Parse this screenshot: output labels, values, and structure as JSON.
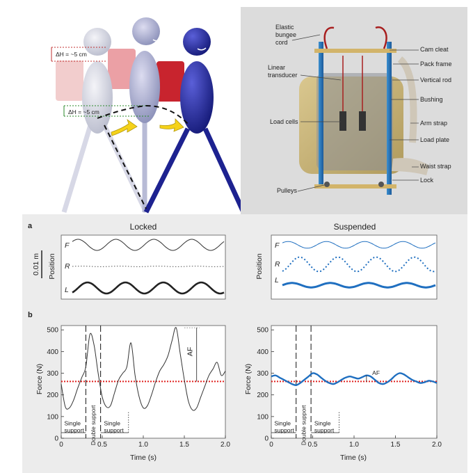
{
  "illustration": {
    "dh_top": "ΔH = ~5 cm",
    "dh_bottom": "ΔH = ~5 cm"
  },
  "backpack": {
    "labels_left": [
      "Elastic bungee cord",
      "Linear transducer",
      "Load cells",
      "Pulleys"
    ],
    "labels_right": [
      "Cam cleat",
      "Pack frame",
      "Vertical rod",
      "Bushing",
      "Arm strap",
      "Load plate",
      "Waist strap",
      "Lock"
    ]
  },
  "panel_a": {
    "letter": "a",
    "scale_label": "0.01 m",
    "ylabel": "Position",
    "left_title": "Locked",
    "right_title": "Suspended",
    "trace_labels": [
      "F",
      "R",
      "L"
    ],
    "locked": {
      "F": {
        "mean": 0.0,
        "amp": 1.0,
        "periods": 4
      },
      "R": {
        "mean": 0.0,
        "amp": 0.05,
        "periods": 4
      },
      "L": {
        "mean": 0.0,
        "amp": 1.0,
        "periods": 4
      }
    },
    "suspended": {
      "F": {
        "mean": 0.0,
        "amp": 0.6,
        "periods": 4
      },
      "R": {
        "mean": 0.0,
        "amp": 1.3,
        "periods": 4
      },
      "L": {
        "mean": 0.0,
        "amp": 0.4,
        "periods": 4
      }
    }
  },
  "panel_b": {
    "letter": "b",
    "ylabel": "Force (N)",
    "xlabel": "Time (s)",
    "af_label": "AF",
    "single_support": "Single support",
    "double_support": "Double support",
    "colors": {
      "locked": "#333333",
      "suspended": "#1f6fc0",
      "mean": "#e0201e",
      "frame": "#555555"
    }
  },
  "chart_data": [
    {
      "type": "line",
      "title": "Locked",
      "xlabel": "Time (s)",
      "ylabel": "Force (N)",
      "xlim": [
        0,
        2.0
      ],
      "ylim": [
        0,
        520
      ],
      "xticks": [
        0,
        0.5,
        1.0,
        1.5,
        2.0
      ],
      "yticks": [
        0,
        100,
        200,
        300,
        400,
        500
      ],
      "mean_line": 262,
      "support_boundaries": [
        0.3,
        0.48
      ],
      "series": [
        {
          "x": [
            0,
            0.05,
            0.1,
            0.15,
            0.2,
            0.25,
            0.3,
            0.35,
            0.4,
            0.45,
            0.5,
            0.55,
            0.6,
            0.65,
            0.7,
            0.75,
            0.8,
            0.85,
            0.9,
            0.95,
            1.0,
            1.05,
            1.1,
            1.15,
            1.2,
            1.25,
            1.3,
            1.35,
            1.4,
            1.45,
            1.5,
            1.55,
            1.6,
            1.65,
            1.7,
            1.75,
            1.8,
            1.85,
            1.9,
            1.95,
            2.0
          ],
          "y": [
            250,
            145,
            140,
            175,
            230,
            280,
            330,
            480,
            430,
            300,
            190,
            145,
            150,
            210,
            270,
            300,
            330,
            440,
            290,
            190,
            140,
            150,
            200,
            260,
            310,
            340,
            380,
            450,
            510,
            390,
            270,
            170,
            130,
            140,
            190,
            240,
            290,
            320,
            350,
            290,
            310
          ]
        }
      ]
    },
    {
      "type": "line",
      "title": "Suspended",
      "xlabel": "Time (s)",
      "ylabel": "Force (N)",
      "xlim": [
        0,
        2.0
      ],
      "ylim": [
        0,
        520
      ],
      "xticks": [
        0,
        0.5,
        1.0,
        1.5,
        2.0
      ],
      "yticks": [
        0,
        100,
        200,
        300,
        400,
        500
      ],
      "mean_line": 262,
      "support_boundaries": [
        0.3,
        0.48
      ],
      "series": [
        {
          "x": [
            0,
            0.05,
            0.1,
            0.15,
            0.2,
            0.25,
            0.3,
            0.35,
            0.4,
            0.45,
            0.5,
            0.55,
            0.6,
            0.65,
            0.7,
            0.75,
            0.8,
            0.85,
            0.9,
            0.95,
            1.0,
            1.05,
            1.1,
            1.15,
            1.2,
            1.25,
            1.3,
            1.35,
            1.4,
            1.45,
            1.5,
            1.55,
            1.6,
            1.65,
            1.7,
            1.75,
            1.8,
            1.85,
            1.9,
            1.95,
            2.0
          ],
          "y": [
            285,
            290,
            280,
            270,
            260,
            250,
            245,
            255,
            270,
            285,
            300,
            295,
            280,
            265,
            255,
            250,
            258,
            270,
            280,
            285,
            280,
            275,
            282,
            290,
            285,
            270,
            255,
            250,
            258,
            272,
            290,
            300,
            295,
            282,
            270,
            262,
            255,
            258,
            265,
            262,
            255
          ]
        }
      ]
    }
  ]
}
